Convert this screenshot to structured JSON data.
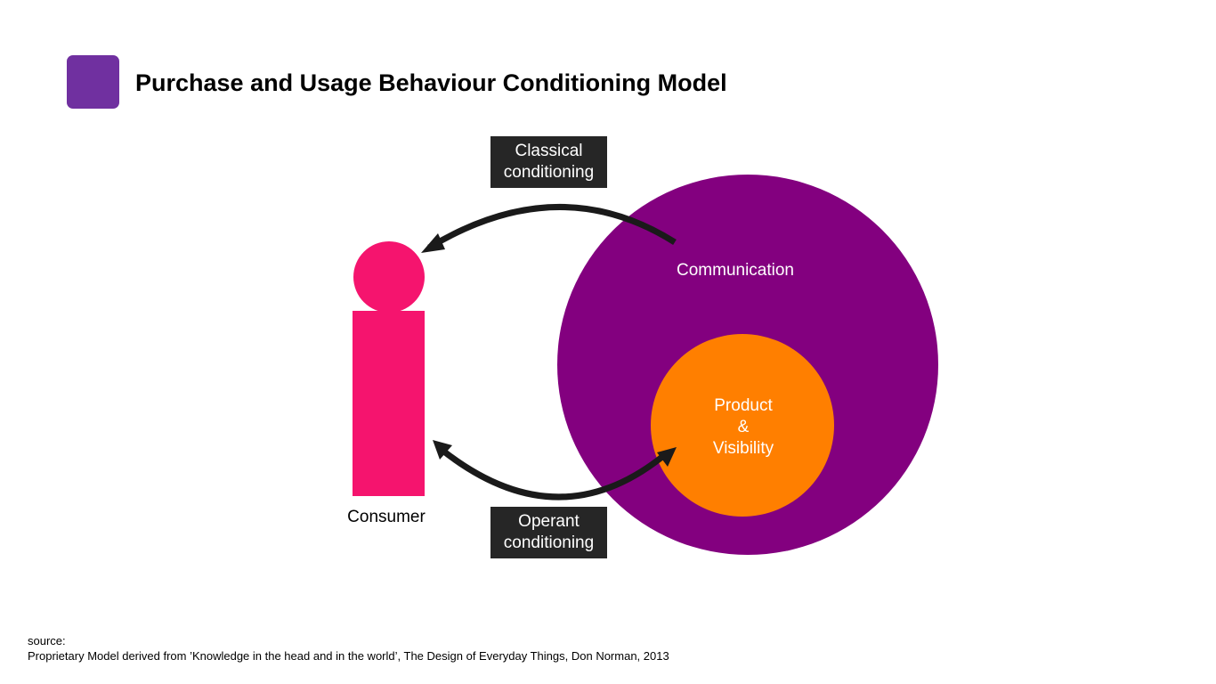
{
  "header": {
    "title": "Purchase and Usage Behaviour Conditioning Model"
  },
  "diagram": {
    "consumer_label": "Consumer",
    "communication_label": "Communication",
    "product_lines": [
      "Product",
      "&",
      "Visibility"
    ],
    "classical_lines": [
      "Classical",
      "conditioning"
    ],
    "operant_lines": [
      "Operant",
      "conditioning"
    ]
  },
  "footer": {
    "source_label": "source:",
    "source_text": "Proprietary Model derived from ’Knowledge in the head and in the world’, The Design of Everyday Things, Don Norman, 2013"
  },
  "colors": {
    "accent_square": "#7030a0",
    "communication_circle": "#83007f",
    "product_circle": "#ff7f00",
    "consumer_figure": "#f5146e",
    "label_box": "#262626",
    "arrow": "#1a1a1a"
  }
}
